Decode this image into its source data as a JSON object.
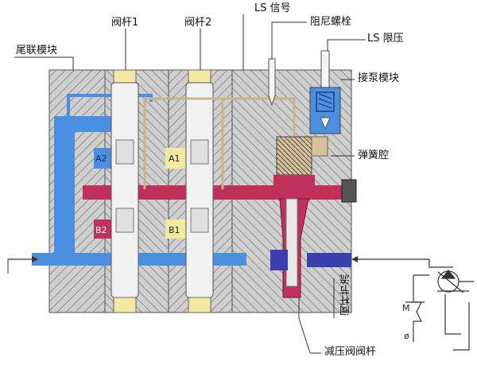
{
  "labels": {
    "tail_module": "尾联模块",
    "spool1": "阀杆1",
    "spool2": "阀杆2",
    "ls_signal": "LS 信号",
    "damping_bolt": "阻尼螺栓",
    "ls_limit": "LS 限压",
    "pump_module": "接泵模块",
    "spring_chamber": "弹簧腔",
    "spool_throttle": "阀杆节流",
    "reducing_spool": "减压阀阀杆",
    "port_a2": "A2",
    "port_a1": "A1",
    "port_b2": "B2",
    "port_b1": "B1",
    "symbol_m": "M",
    "symbol_phi": "ø"
  },
  "colors": {
    "body_gray": "#c9c9c9",
    "hatch": "#8a8a8a",
    "blue": "#4a8fe0",
    "red": "#c0305a",
    "yellow": "#f3e9a0",
    "tan": "#d6c19a",
    "navy": "#3b3fb0"
  }
}
